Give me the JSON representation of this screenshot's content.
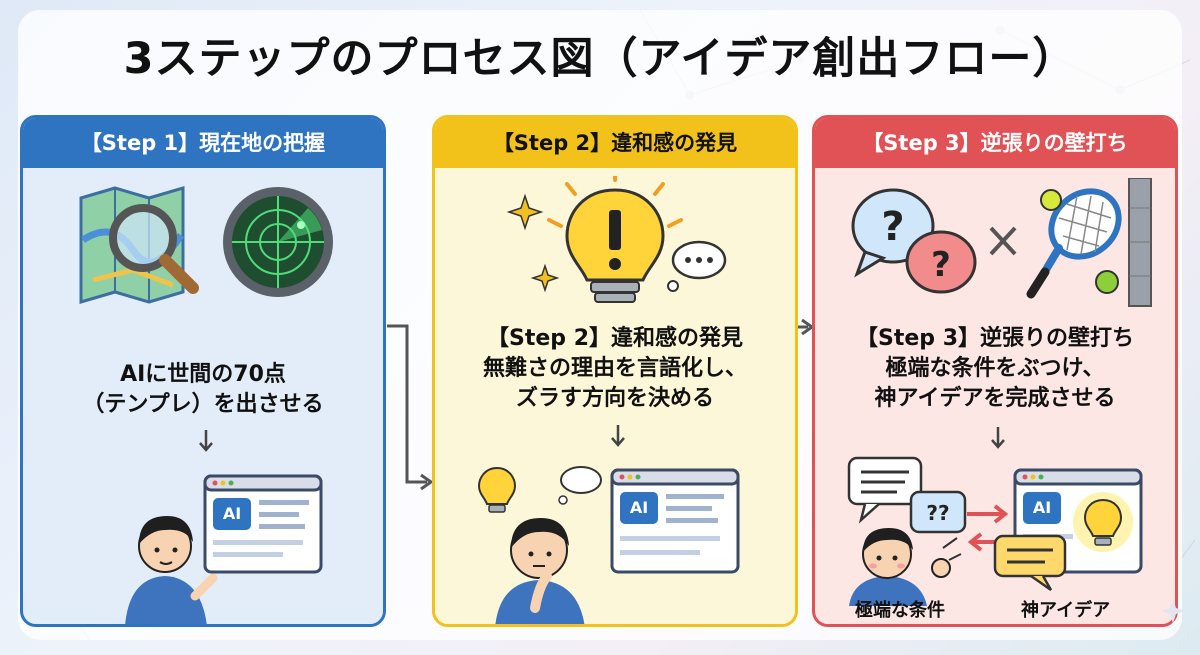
{
  "title": "3ステップのプロセス図（アイデア創出フロー）",
  "steps": [
    {
      "header": "【Step 1】現在地の把握",
      "body": [
        "AIに世間の70点",
        "（テンプレ）を出させる"
      ],
      "color": "#2f74c0"
    },
    {
      "header": "【Step 2】違和感の発見",
      "subheading": "【Step 2】違和感の発見",
      "body": [
        "無難さの理由を言語化し、",
        "ズラす方向を決める"
      ],
      "color": "#f2c21a"
    },
    {
      "header": "【Step 3】逆張りの壁打ち",
      "subheading": "【Step 3】逆張りの壁打ち",
      "body": [
        "極端な条件をぶつけ、",
        "神アイデアを完成させる"
      ],
      "labels": [
        "極端な条件",
        "神アイデア"
      ],
      "color": "#e05255"
    }
  ],
  "screen_badge": "AI",
  "icons": [
    "map-icon",
    "magnifier-icon",
    "radar-icon",
    "person-icon",
    "browser-window-icon",
    "lightbulb-icon",
    "thought-bubble-icon",
    "question-bubble-icon",
    "cross-icon",
    "tennis-racket-icon",
    "wall-icon",
    "speech-bubble-icon"
  ]
}
